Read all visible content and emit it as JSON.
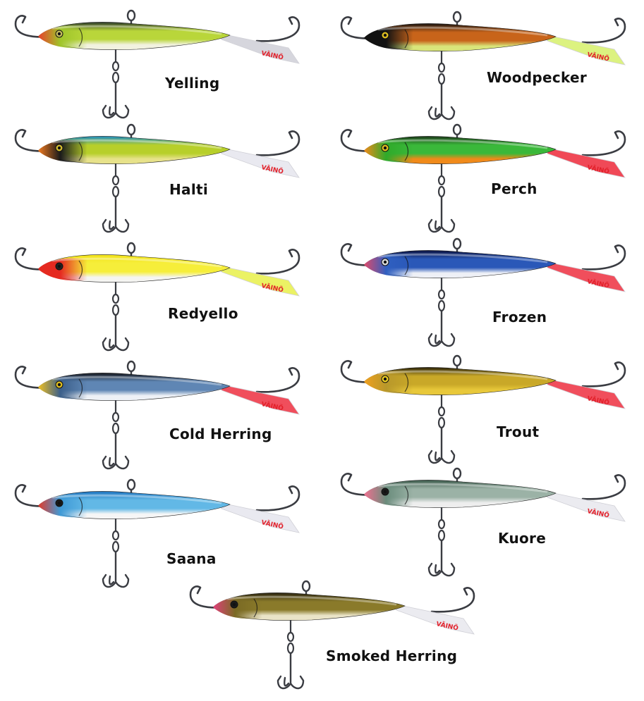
{
  "brand": "VÄINÖ",
  "lures": [
    {
      "name": "Yelling",
      "colors": {
        "back": "#2c3a2a",
        "body": "#b9d63a",
        "belly": "#f2f2e0",
        "head": "#9fc52a",
        "nose": "#e8402a",
        "tail": "#d0d0d8",
        "eye": "#c8c060"
      }
    },
    {
      "name": "Halti",
      "colors": {
        "back": "#1c8cc0",
        "body": "#b7cf2a",
        "belly": "#e7e28a",
        "head": "#1a1a1a",
        "nose": "#f07a20",
        "tail": "#e6e6ee",
        "eye": "#d8c030"
      }
    },
    {
      "name": "Redyello",
      "colors": {
        "back": "#f2e21a",
        "body": "#f6ee3a",
        "belly": "#f5f5f2",
        "head": "#e52a20",
        "nose": "#e52a20",
        "tail": "#e8f04a",
        "eye": "#222222"
      }
    },
    {
      "name": "Cold Herring",
      "colors": {
        "back": "#15161c",
        "body": "#5f86b4",
        "belly": "#eef1f6",
        "head": "#3b5f8a",
        "nose": "#f0c020",
        "tail": "#ee3040",
        "eye": "#e0c020"
      }
    },
    {
      "name": "Saana",
      "colors": {
        "back": "#1e74c0",
        "body": "#62b8e6",
        "belly": "#f6f6f6",
        "head": "#3f9ad6",
        "nose": "#e23a2a",
        "tail": "#e6e6ee",
        "eye": "#1a1a1a"
      }
    },
    {
      "name": "Woodpecker",
      "colors": {
        "back": "#1a1410",
        "body": "#c8641a",
        "belly": "#d9e57a",
        "head": "#121212",
        "nose": "#121212",
        "tail": "#d6f06a",
        "eye": "#e0c020"
      }
    },
    {
      "name": "Perch",
      "colors": {
        "back": "#1c3a1a",
        "body": "#3ab83a",
        "belly": "#f08a1a",
        "head": "#2faa2a",
        "nose": "#f08a1a",
        "tail": "#ee2a3a",
        "eye": "#e0c020"
      }
    },
    {
      "name": "Frozen",
      "colors": {
        "back": "#0b1240",
        "body": "#2a58b8",
        "belly": "#eef0f6",
        "head": "#2f5fc0",
        "nose": "#e04a6a",
        "tail": "#ee3040",
        "eye": "#e0e0e0"
      }
    },
    {
      "name": "Trout",
      "colors": {
        "back": "#2a2208",
        "body": "#c9a828",
        "belly": "#e8c83a",
        "head": "#b8982a",
        "nose": "#f0a020",
        "tail": "#ee3040",
        "eye": "#f0d020"
      }
    },
    {
      "name": "Kuore",
      "colors": {
        "back": "#3a5a4a",
        "body": "#9bb2a6",
        "belly": "#eeeeee",
        "head": "#6a8c7c",
        "nose": "#f07090",
        "tail": "#e8e8ee",
        "eye": "#1a1a1a"
      }
    },
    {
      "name": "Smoked Herring",
      "colors": {
        "back": "#2a2410",
        "body": "#8a7a2a",
        "belly": "#eae4c8",
        "head": "#7a6a24",
        "nose": "#e0407a",
        "tail": "#e8e8ee",
        "eye": "#1a1a1a"
      }
    }
  ]
}
